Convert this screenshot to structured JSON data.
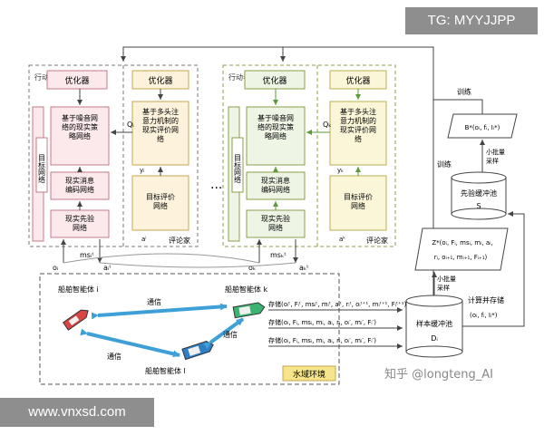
{
  "watermarks": {
    "top_right": "TG: MYYJJPP",
    "bottom_left": "www.vnxsd.com",
    "zhihu": "知乎 @longteng_AI"
  },
  "agent1": {
    "actor_label": "行动者",
    "optimizer": "优化器",
    "policy_net": "基于噪音网络的现实策略网络",
    "message_net": "现实消息编码网络",
    "prior_net": "现实先验网络",
    "target_net_side": "目标网络",
    "critic_optimizer": "优化器",
    "eval_net": "基于多头注意力机制的现实评价网络",
    "target_eval_net": "目标评价网络",
    "critic_label": "评论家",
    "q_label": "Qᵢ",
    "y_label": "yᵢ",
    "a_label": "aⁱ",
    "o_label": "oᵢ",
    "ms_label": "msᵢᵗ",
    "a_bottom": "aᵢᵗ"
  },
  "ellipsis": "···",
  "agent2": {
    "actor_label": "行动者",
    "optimizer": "优化器",
    "policy_net": "基于噪音网络的现实策略网络",
    "message_net": "现实消息编码网络",
    "prior_net": "现实先验网络",
    "target_net_side": "目标网络",
    "critic_optimizer": "优化器",
    "eval_net": "基于多头注意力机制的现实评价网络",
    "target_eval_net": "目标评价网络",
    "critic_label": "评论家",
    "q_label": "Qₖ",
    "y_label": "yₖ",
    "a_label": "aᵏ",
    "o_label": "oₖ",
    "ms_label": "msₖᵗ",
    "a_bottom": "aₖᵗ"
  },
  "env": {
    "ship_i": "船舶智能体 i",
    "ship_k": "船舶智能体 k",
    "ship_l": "船舶智能体 l",
    "comm1": "通信",
    "comm2": "通信",
    "comm3": "通信",
    "water_env": "水域环境",
    "store1": "存储(oᵢᵗ, Fᵢᵗ, msᵢᵗ, mᵢᵗ, aᵢᵗ, rᵢᵗ, oᵢᵗ⁺¹, mᵢᵗ⁺¹, Fᵢᵗ⁺¹)",
    "store2": "存储(oᵢ, Fᵢ, msᵢ, mᵢ, aᵢ, rᵢ, oᵢ′, mᵢ′, Fᵢ′)",
    "store3": "存储(oᵢ, Fᵢ, msᵢ, mᵢ, aᵢ, rᵢ, oᵢ′, mᵢ′, Fᵢ′)"
  },
  "buffers": {
    "sample_buffer_l1": "样本缓冲池",
    "sample_buffer_l2": "Dᵢ",
    "exp_buffer_l1": "先验缓冲池",
    "exp_buffer_l2": "S",
    "minibatch1_l1": "小批量",
    "minibatch1_l2": "采样",
    "minibatch2_l1": "小批量",
    "minibatch2_l2": "采样",
    "z_star_l1": "Z*(oᵢ, Fᵢ, msᵢ, mᵢ, aᵢ,",
    "z_star_l2": "rᵢ, oᵢ₊₁, mᵢ₊₁, Fᵢ₊₁)",
    "b_star": "B*(oᵢ, fᵢ, Iᵢ*)",
    "compute_store": "计算并存储",
    "compute_tuple": "(oᵢ, fᵢ, Iᵢ*)",
    "train1": "训练",
    "train2": "训练"
  }
}
